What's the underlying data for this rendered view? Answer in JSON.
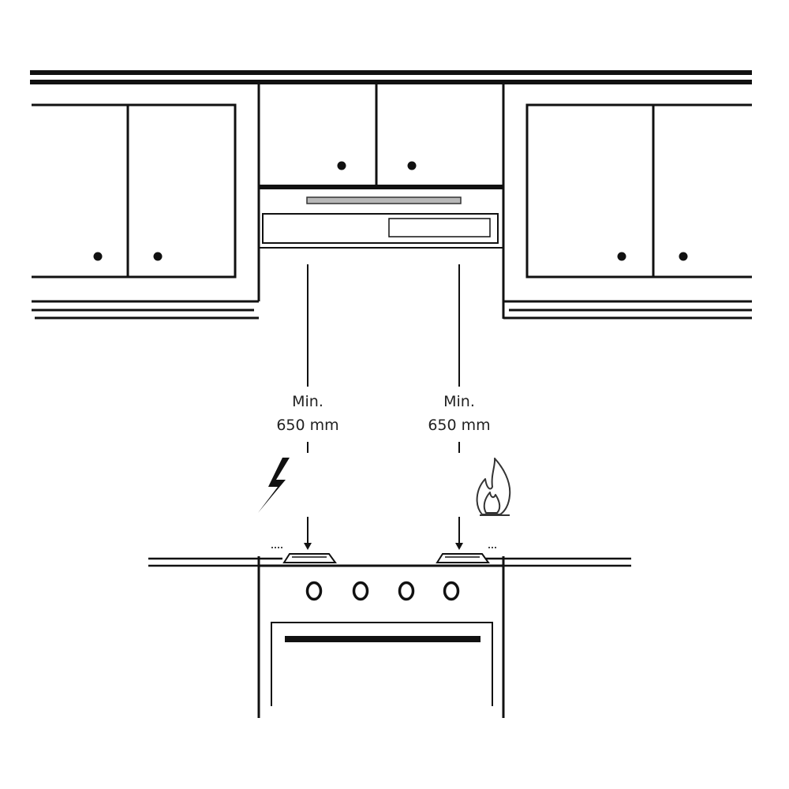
{
  "measurements": {
    "left": {
      "line1": "Min.",
      "line2": "650 mm"
    },
    "right": {
      "line1": "Min.",
      "line2": "650 mm"
    }
  },
  "icons": {
    "electric": "lightning-bolt-icon",
    "gas": "flame-icon"
  },
  "colors": {
    "line": "#111111",
    "hood_strip": "#b8b8b8",
    "background": "#ffffff"
  }
}
